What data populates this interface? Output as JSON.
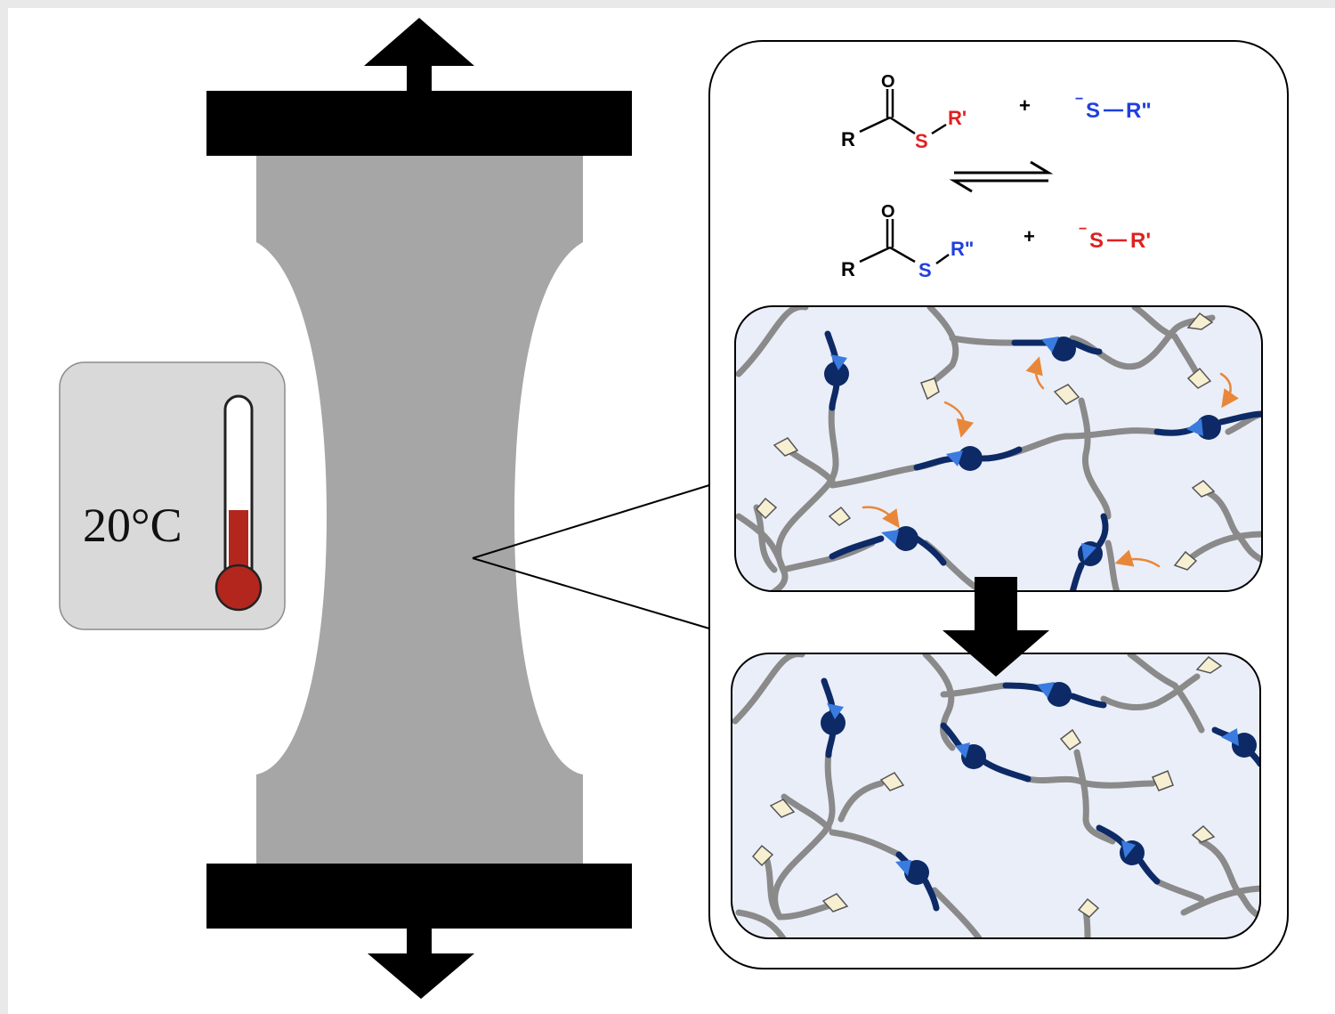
{
  "temperature": {
    "label": "20°C",
    "fill_fraction": 0.4
  },
  "reaction": {
    "top": {
      "carbonyl_o": "O",
      "r": "R",
      "sulfur": "S",
      "substituent": "R'",
      "plus": "+",
      "charge": "−",
      "reagent_s": "S",
      "reagent_r": "R\""
    },
    "bottom": {
      "carbonyl_o": "O",
      "r": "R",
      "sulfur": "S",
      "substituent": "R\"",
      "plus": "+",
      "charge": "−",
      "reagent_s": "S",
      "reagent_r": "R'"
    }
  },
  "colors": {
    "background": "#e9e9e9",
    "specimen": "#a6a6a6",
    "clamp": "#000000",
    "network_bg": "#eaeef8",
    "strand": "#8a8a8a",
    "thioester_strand": "#0d2a66",
    "thioester_node": "#0d2a66",
    "thioester_arrow": "#3a7be0",
    "thiolate_end": "#f7efd2",
    "exchange_arrow": "#e8873a",
    "red_group": "#e02020",
    "blue_group": "#1f3fe0",
    "thermometer_fill": "#b3261e",
    "thermo_box": "#d9d9d9"
  },
  "icons": [
    "up-arrow-icon",
    "down-arrow-icon",
    "thermometer-icon",
    "equilibrium-arrow-icon",
    "process-arrow-icon"
  ]
}
